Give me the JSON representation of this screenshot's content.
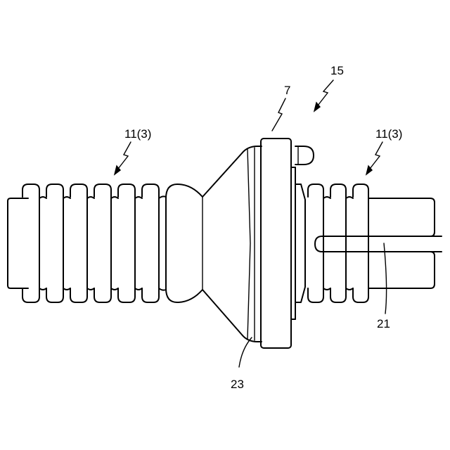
{
  "labels": {
    "assembly": "15",
    "grommet": "7",
    "tube_left": "11(3)",
    "tube_right": "11(3)",
    "lip": "23",
    "band": "21"
  }
}
